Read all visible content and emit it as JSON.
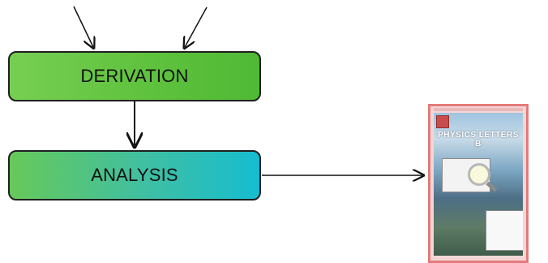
{
  "diagram": {
    "boxes": {
      "derivation_label": "DERIVATION",
      "analysis_label": "ANALYSIS"
    },
    "journal": {
      "title": "PHYSICS LETTERS B"
    },
    "colors": {
      "derivation_start": "#77cf52",
      "derivation_end": "#4fb935",
      "analysis_start": "#67c95a",
      "analysis_end": "#16bdd0",
      "stroke": "#1f1f1f",
      "journal_border": "#e47a7a"
    }
  }
}
